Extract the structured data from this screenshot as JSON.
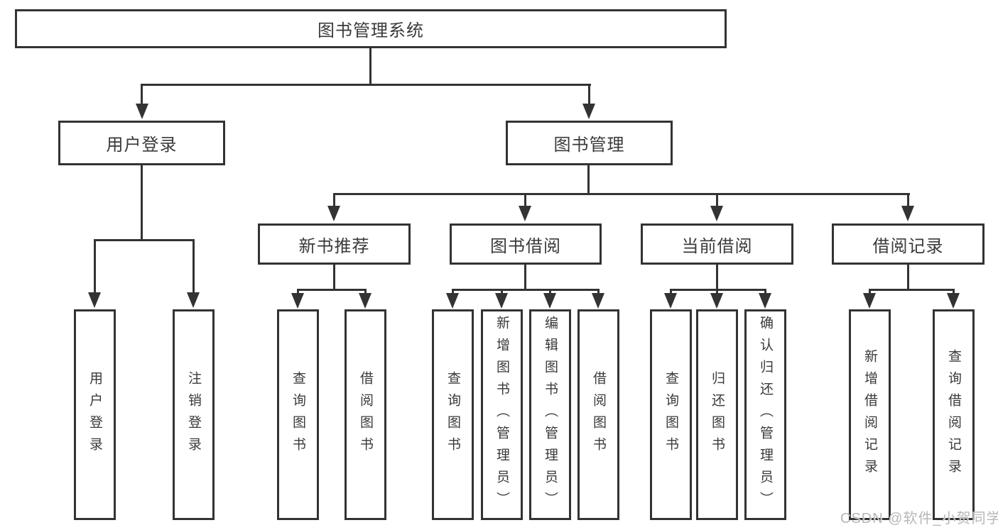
{
  "tree": {
    "root": {
      "label": "图书管理系统"
    },
    "branches": [
      {
        "label": "用户登录",
        "children": [
          {
            "label": "用户登录"
          },
          {
            "label": "注销登录"
          }
        ]
      },
      {
        "label": "图书管理",
        "children": [
          {
            "label": "新书推荐",
            "children": [
              {
                "label": "查询图书"
              },
              {
                "label": "借阅图书"
              }
            ]
          },
          {
            "label": "图书借阅",
            "children": [
              {
                "label": "查询图书"
              },
              {
                "label": "新增图书（管理员）"
              },
              {
                "label": "编辑图书（管理员）"
              },
              {
                "label": "借阅图书"
              }
            ]
          },
          {
            "label": "当前借阅",
            "children": [
              {
                "label": "查询图书"
              },
              {
                "label": "归还图书"
              },
              {
                "label": "确认归还（管理员）"
              }
            ]
          },
          {
            "label": "借阅记录",
            "children": [
              {
                "label": "新增借阅记录"
              },
              {
                "label": "查询借阅记录"
              }
            ]
          }
        ]
      }
    ]
  },
  "watermark": {
    "text": "CSDN @软件_小贺同学"
  },
  "colors": {
    "line": "#333333",
    "node_text": "#3a3a3a",
    "watermark": "#b7b7b7",
    "background": "#ffffff"
  }
}
